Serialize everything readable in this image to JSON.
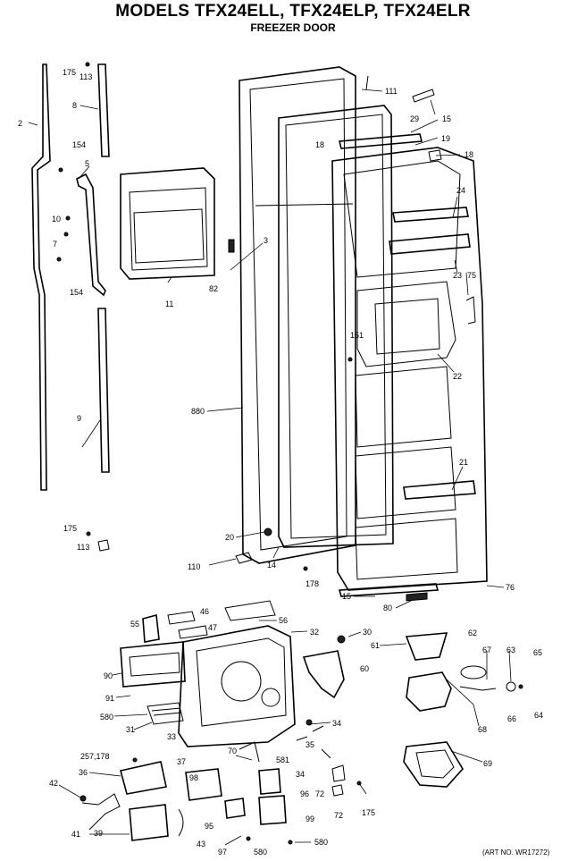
{
  "header": {
    "title": "MODELS TFX24ELL, TFX24ELP, TFX24ELR",
    "subtitle": "FREEZER DOOR"
  },
  "art_number": "(ART NO. WR17272)",
  "labels": {
    "l175a": "175",
    "l113a": "113",
    "l2": "2",
    "l8": "8",
    "l154a": "154",
    "l5": "5",
    "l10": "10",
    "l7": "7",
    "l154b": "154",
    "l9": "9",
    "l175b": "175",
    "l113b": "113",
    "l11": "11",
    "l3": "3",
    "l82": "82",
    "l880": "880",
    "l111": "111",
    "l29": "29",
    "l15a": "15",
    "l19": "19",
    "l18a": "18",
    "l18b": "18",
    "l24": "24",
    "l23": "23",
    "l75": "75",
    "l151": "151",
    "l22": "22",
    "l21": "21",
    "l20": "20",
    "l110": "110",
    "l14": "14",
    "l178a": "178",
    "l15b": "15",
    "l80": "80",
    "l76": "76",
    "l55": "55",
    "l46": "46",
    "l47": "47",
    "l56": "56",
    "l32": "32",
    "l30": "30",
    "l61": "61",
    "l62": "62",
    "l67": "67",
    "l63": "63",
    "l65": "65",
    "l60": "60",
    "l90": "90",
    "l91": "91",
    "l580a": "580",
    "l31": "31",
    "l33": "33",
    "l34a": "34",
    "l66": "66",
    "l64": "64",
    "l68": "68",
    "l35": "35",
    "l69": "69",
    "l257": "257,178",
    "l70": "70",
    "l581": "581",
    "l34b": "34",
    "l36": "36",
    "l37": "37",
    "l98": "98",
    "l96": "96",
    "l72": "72",
    "l42": "42",
    "l175c": "175",
    "l41": "41",
    "l39": "39",
    "l95": "95",
    "l99": "99",
    "l43": "43",
    "l97": "97",
    "l580b": "580",
    "l580c": "580"
  }
}
